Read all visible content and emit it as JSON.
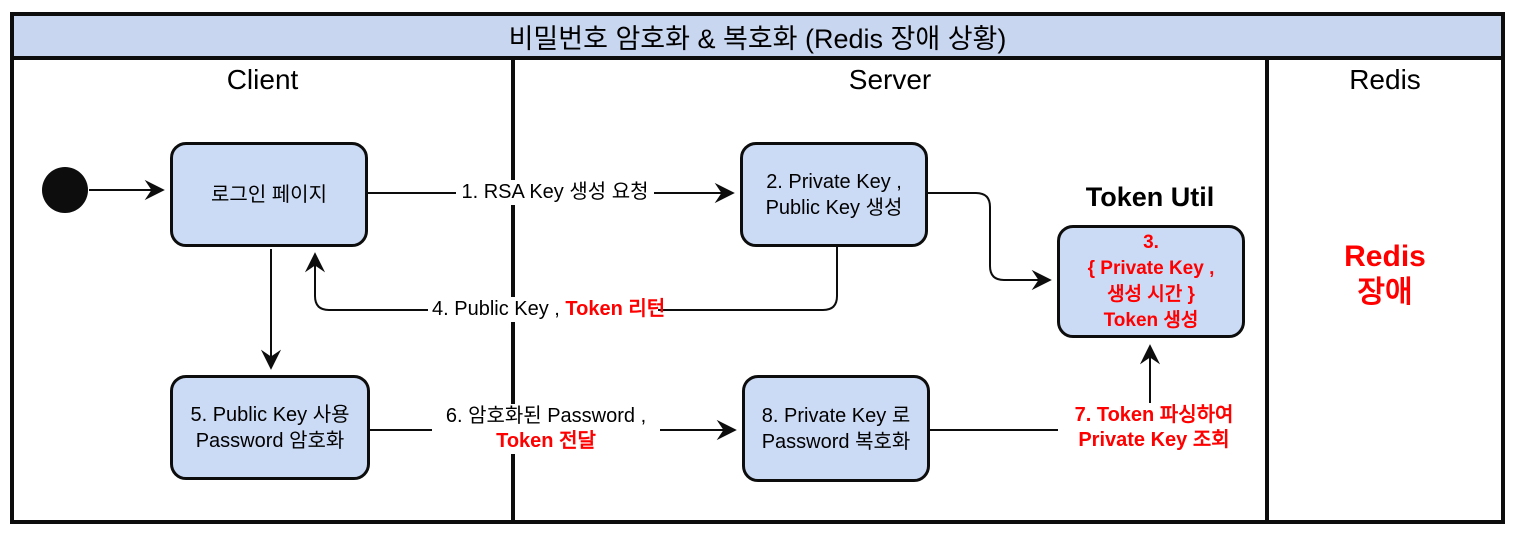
{
  "title": "비밀번호 암호화 & 복호화 (Redis 장애 상황)",
  "lanes": {
    "client": "Client",
    "server": "Server",
    "redis": "Redis"
  },
  "nodes": {
    "login_page": {
      "label": "로그인 페이지"
    },
    "key_generation": {
      "line1": "2. Private Key ,",
      "line2": "Public Key 생성"
    },
    "token_util_heading": "Token Util",
    "token_generation": {
      "line1": "3.",
      "line2": "{ Private Key ,",
      "line3": "생성 시간 }",
      "line4": "Token 생성"
    },
    "password_encryption": {
      "line1": "5. Public Key 사용",
      "line2": "Password 암호화"
    },
    "password_decryption": {
      "line1": "8. Private Key 로",
      "line2": "Password 복호화"
    }
  },
  "edges": {
    "rsa_key_request": {
      "label": "1. RSA Key 생성 요청"
    },
    "public_key_token_return": {
      "black": "4. Public Key ,",
      "red": "Token 리턴"
    },
    "encrypted_password_token": {
      "black": "6. 암호화된 Password ,",
      "red": "Token 전달"
    },
    "token_parse_private_key": {
      "line1": "7. Token 파싱하여",
      "line2": "Private Key 조회"
    }
  },
  "status": {
    "redis_failure": {
      "line1": "Redis",
      "line2": "장애"
    }
  },
  "colors": {
    "accent_red": "#ff0000",
    "node_fill": "#ccdbf5",
    "title_fill": "#c9d6f0",
    "line": "#0d0d0d"
  }
}
